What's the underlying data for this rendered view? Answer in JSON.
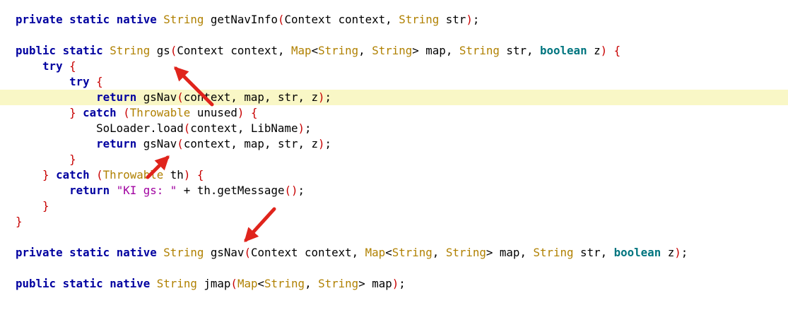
{
  "colors": {
    "keyword": "#0000a0",
    "type": "#b08000",
    "boolean": "#00757f",
    "paren": "#c80000",
    "string": "#a000a0",
    "plain": "#000000",
    "highlight_line": "#f9f7c6",
    "arrow": "#e0241c"
  },
  "code_lines": [
    {
      "highlight": false,
      "tokens": [
        {
          "t": "private",
          "c": "keyword"
        },
        {
          "t": " "
        },
        {
          "t": "static",
          "c": "keyword"
        },
        {
          "t": " "
        },
        {
          "t": "native",
          "c": "keyword"
        },
        {
          "t": " "
        },
        {
          "t": "String",
          "c": "type"
        },
        {
          "t": " getNavInfo"
        },
        {
          "t": "(",
          "c": "paren"
        },
        {
          "t": "Context context, "
        },
        {
          "t": "String",
          "c": "type"
        },
        {
          "t": " str"
        },
        {
          "t": ")",
          "c": "paren"
        },
        {
          "t": ";"
        }
      ]
    },
    {
      "highlight": false,
      "tokens": []
    },
    {
      "highlight": false,
      "tokens": [
        {
          "t": "public",
          "c": "keyword"
        },
        {
          "t": " "
        },
        {
          "t": "static",
          "c": "keyword"
        },
        {
          "t": " "
        },
        {
          "t": "String",
          "c": "type"
        },
        {
          "t": " gs"
        },
        {
          "t": "(",
          "c": "paren"
        },
        {
          "t": "Context context, "
        },
        {
          "t": "Map",
          "c": "type"
        },
        {
          "t": "<"
        },
        {
          "t": "String",
          "c": "type"
        },
        {
          "t": ", "
        },
        {
          "t": "String",
          "c": "type"
        },
        {
          "t": "> map, "
        },
        {
          "t": "String",
          "c": "type"
        },
        {
          "t": " str, "
        },
        {
          "t": "boolean",
          "c": "boolean"
        },
        {
          "t": " z"
        },
        {
          "t": ")",
          "c": "paren"
        },
        {
          "t": " "
        },
        {
          "t": "{",
          "c": "paren"
        }
      ]
    },
    {
      "highlight": false,
      "tokens": [
        {
          "t": "    "
        },
        {
          "t": "try",
          "c": "keyword"
        },
        {
          "t": " "
        },
        {
          "t": "{",
          "c": "paren"
        }
      ]
    },
    {
      "highlight": false,
      "tokens": [
        {
          "t": "        "
        },
        {
          "t": "try",
          "c": "keyword"
        },
        {
          "t": " "
        },
        {
          "t": "{",
          "c": "paren"
        }
      ]
    },
    {
      "highlight": true,
      "tokens": [
        {
          "t": "            "
        },
        {
          "t": "return",
          "c": "keyword"
        },
        {
          "t": " gsNav"
        },
        {
          "t": "(",
          "c": "paren"
        },
        {
          "t": "context, map, str, z"
        },
        {
          "t": ")",
          "c": "paren"
        },
        {
          "t": ";"
        }
      ]
    },
    {
      "highlight": false,
      "tokens": [
        {
          "t": "        "
        },
        {
          "t": "}",
          "c": "paren"
        },
        {
          "t": " "
        },
        {
          "t": "catch",
          "c": "keyword"
        },
        {
          "t": " "
        },
        {
          "t": "(",
          "c": "paren"
        },
        {
          "t": "Throwable",
          "c": "type"
        },
        {
          "t": " unused"
        },
        {
          "t": ")",
          "c": "paren"
        },
        {
          "t": " "
        },
        {
          "t": "{",
          "c": "paren"
        }
      ]
    },
    {
      "highlight": false,
      "tokens": [
        {
          "t": "            SoLoader.load"
        },
        {
          "t": "(",
          "c": "paren"
        },
        {
          "t": "context, LibName"
        },
        {
          "t": ")",
          "c": "paren"
        },
        {
          "t": ";"
        }
      ]
    },
    {
      "highlight": false,
      "tokens": [
        {
          "t": "            "
        },
        {
          "t": "return",
          "c": "keyword"
        },
        {
          "t": " gsNav"
        },
        {
          "t": "(",
          "c": "paren"
        },
        {
          "t": "context, map, str, z"
        },
        {
          "t": ")",
          "c": "paren"
        },
        {
          "t": ";"
        }
      ]
    },
    {
      "highlight": false,
      "tokens": [
        {
          "t": "        "
        },
        {
          "t": "}",
          "c": "paren"
        }
      ]
    },
    {
      "highlight": false,
      "tokens": [
        {
          "t": "    "
        },
        {
          "t": "}",
          "c": "paren"
        },
        {
          "t": " "
        },
        {
          "t": "catch",
          "c": "keyword"
        },
        {
          "t": " "
        },
        {
          "t": "(",
          "c": "paren"
        },
        {
          "t": "Throwable",
          "c": "type"
        },
        {
          "t": " th"
        },
        {
          "t": ")",
          "c": "paren"
        },
        {
          "t": " "
        },
        {
          "t": "{",
          "c": "paren"
        }
      ]
    },
    {
      "highlight": false,
      "tokens": [
        {
          "t": "        "
        },
        {
          "t": "return",
          "c": "keyword"
        },
        {
          "t": " "
        },
        {
          "t": "\"KI gs: \"",
          "c": "string"
        },
        {
          "t": " + th.getMessage"
        },
        {
          "t": "()",
          "c": "paren"
        },
        {
          "t": ";"
        }
      ]
    },
    {
      "highlight": false,
      "tokens": [
        {
          "t": "    "
        },
        {
          "t": "}",
          "c": "paren"
        }
      ]
    },
    {
      "highlight": false,
      "tokens": [
        {
          "t": "}",
          "c": "paren"
        }
      ]
    },
    {
      "highlight": false,
      "tokens": []
    },
    {
      "highlight": false,
      "tokens": [
        {
          "t": "private",
          "c": "keyword"
        },
        {
          "t": " "
        },
        {
          "t": "static",
          "c": "keyword"
        },
        {
          "t": " "
        },
        {
          "t": "native",
          "c": "keyword"
        },
        {
          "t": " "
        },
        {
          "t": "String",
          "c": "type"
        },
        {
          "t": " gsNav"
        },
        {
          "t": "(",
          "c": "paren"
        },
        {
          "t": "Context context, "
        },
        {
          "t": "Map",
          "c": "type"
        },
        {
          "t": "<"
        },
        {
          "t": "String",
          "c": "type"
        },
        {
          "t": ", "
        },
        {
          "t": "String",
          "c": "type"
        },
        {
          "t": "> map, "
        },
        {
          "t": "String",
          "c": "type"
        },
        {
          "t": " str, "
        },
        {
          "t": "boolean",
          "c": "boolean"
        },
        {
          "t": " z"
        },
        {
          "t": ")",
          "c": "paren"
        },
        {
          "t": ";"
        }
      ]
    },
    {
      "highlight": false,
      "tokens": []
    },
    {
      "highlight": false,
      "tokens": [
        {
          "t": "public",
          "c": "keyword"
        },
        {
          "t": " "
        },
        {
          "t": "static",
          "c": "keyword"
        },
        {
          "t": " "
        },
        {
          "t": "native",
          "c": "keyword"
        },
        {
          "t": " "
        },
        {
          "t": "String",
          "c": "type"
        },
        {
          "t": " jmap"
        },
        {
          "t": "(",
          "c": "paren"
        },
        {
          "t": "Map",
          "c": "type"
        },
        {
          "t": "<"
        },
        {
          "t": "String",
          "c": "type"
        },
        {
          "t": ", "
        },
        {
          "t": "String",
          "c": "type"
        },
        {
          "t": "> map"
        },
        {
          "t": ")",
          "c": "paren"
        },
        {
          "t": ";"
        }
      ]
    }
  ]
}
